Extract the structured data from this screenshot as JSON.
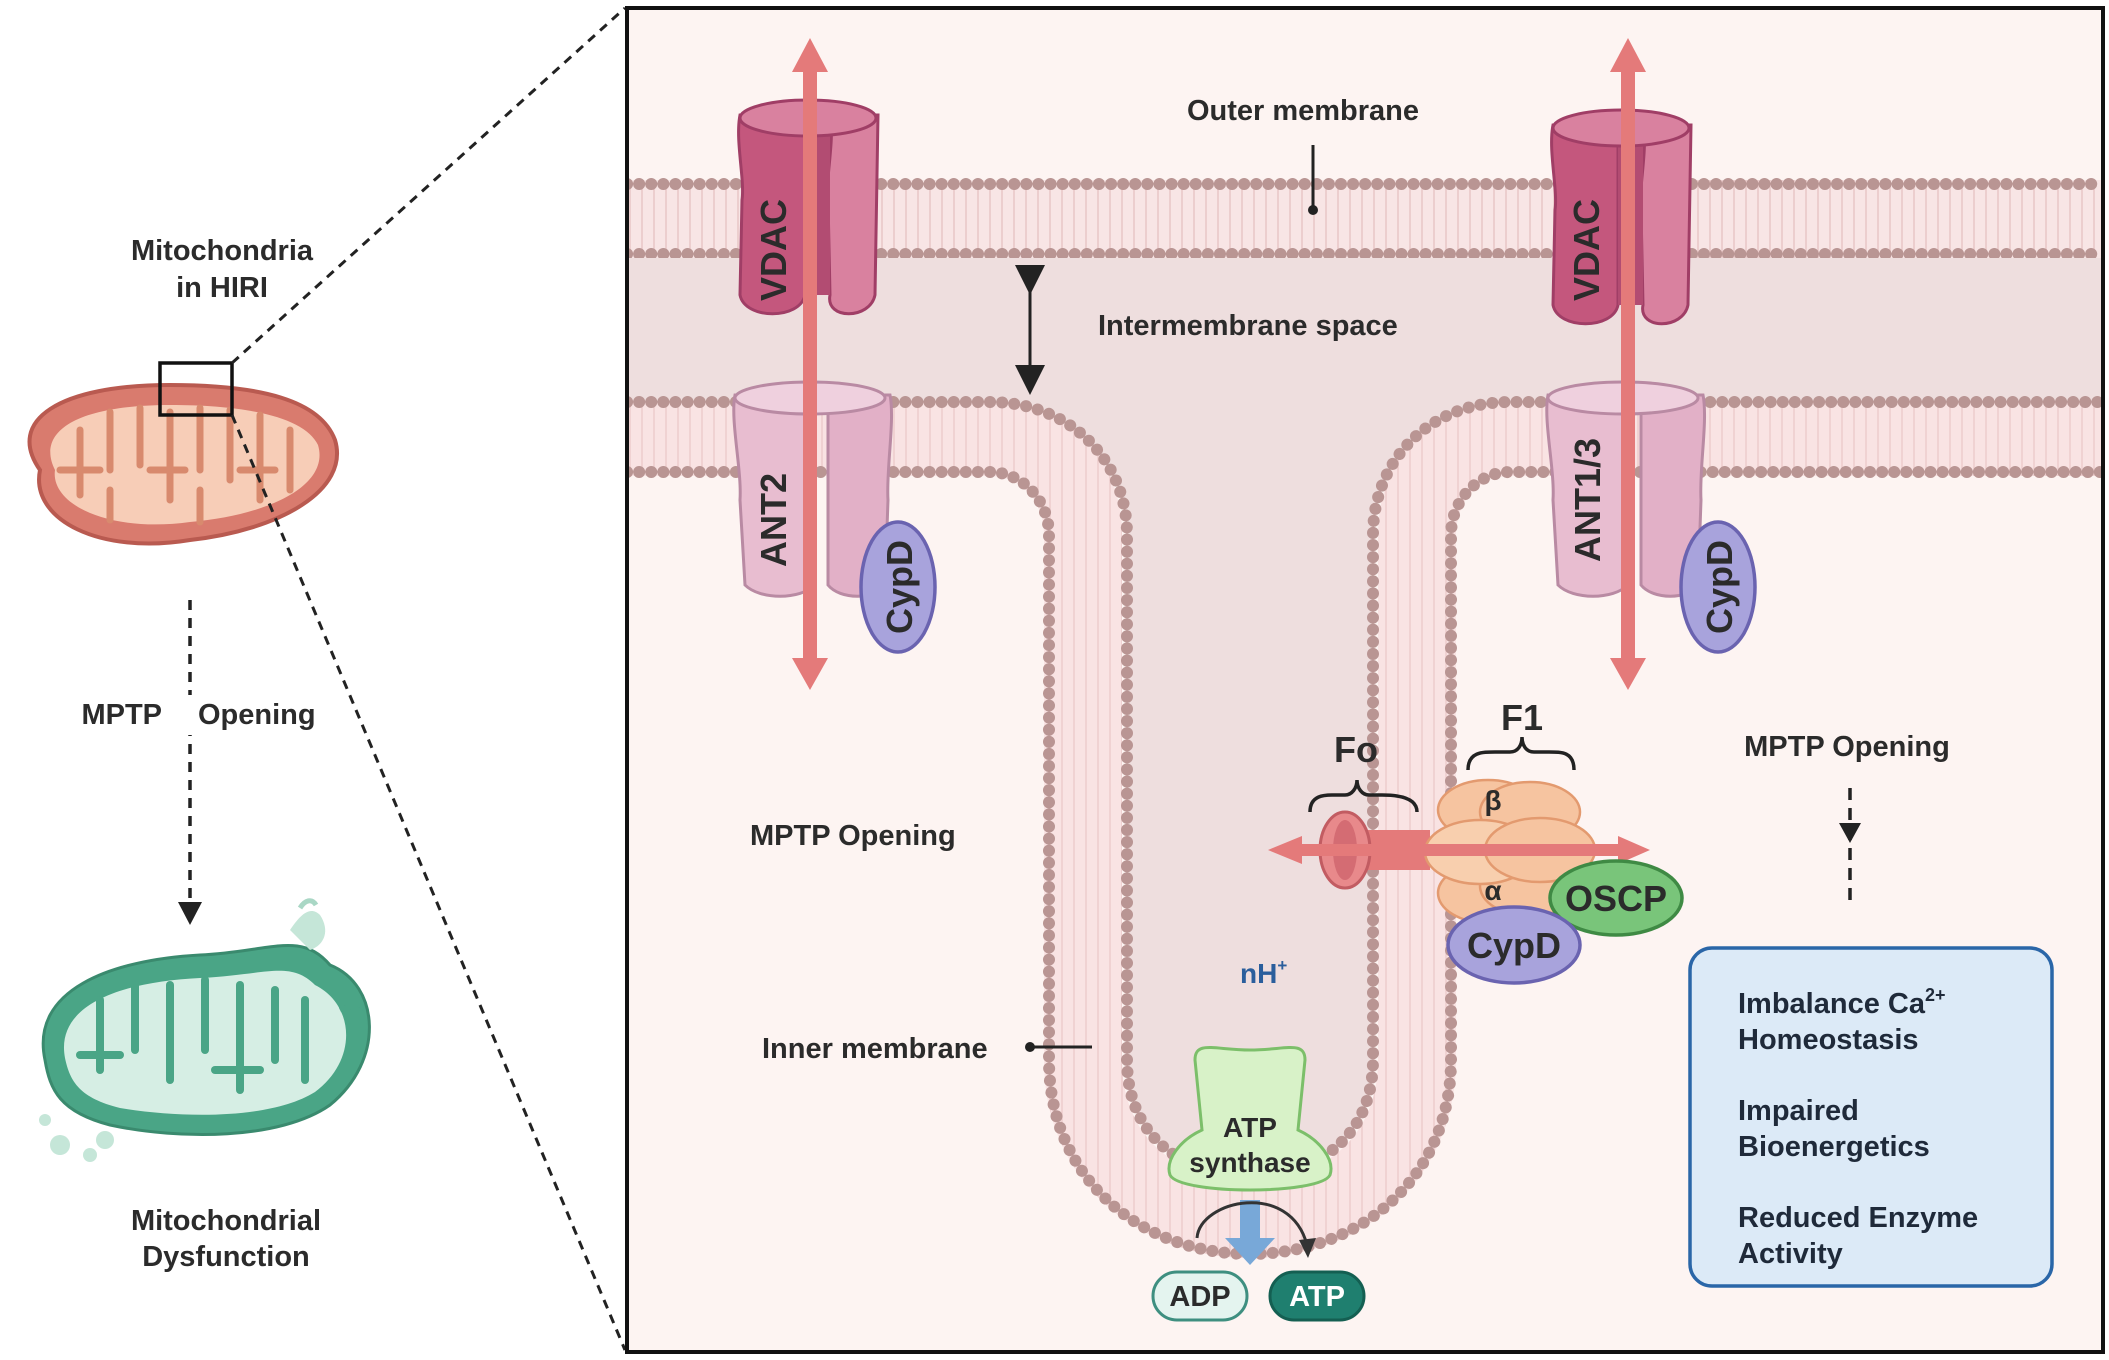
{
  "left_panel": {
    "title_line1": "Mitochondria",
    "title_line2": "in HIRI",
    "opening_left": "MPTP",
    "opening_right": "Opening",
    "result_line1": "Mitochondrial",
    "result_line2": "Dysfunction"
  },
  "labels": {
    "outer_membrane": "Outer membrane",
    "intermembrane_space": "Intermembrane space",
    "inner_membrane": "Inner membrane",
    "mptp_opening_center": "MPTP Opening",
    "mptp_opening_right": "MPTP Opening",
    "nh_plus": "nH",
    "nh_sup": "+",
    "vdac_left": "VDAC",
    "vdac_right": "VDAC",
    "ant2": "ANT2",
    "ant13": "ANT1/3",
    "cypd_left": "CypD",
    "cypd_right": "CypD",
    "cypd_atp": "CypD",
    "oscp": "OSCP",
    "fo": "Fo",
    "f1": "F1",
    "beta": "β",
    "alpha": "α",
    "atp_synthase_line1": "ATP",
    "atp_synthase_line2": "synthase",
    "adp": "ADP",
    "atp": "ATP"
  },
  "effects_box": {
    "item1_line1": "Imbalance Ca",
    "item1_sup": "2+",
    "item1_line2": "Homeostasis",
    "item2_line1": "Impaired",
    "item2_line2": "Bioenergetics",
    "item3_line1": "Reduced Enzyme",
    "item3_line2": "Activity"
  },
  "colors": {
    "membrane_dot": "#b99593",
    "intermembrane": "#eedede",
    "matrix": "#fdf4f2",
    "channel_dark": "#c4577d",
    "channel_mid": "#d9819f",
    "ant_fill": "#e8bdd0",
    "cypd_fill": "#a8a3dc",
    "oscp_fill": "#79c57a",
    "f1_fill": "#f6c4a0",
    "arrow_red": "#e47a7a",
    "atp_synthase_fill": "#d8f2c8",
    "atp_dark": "#1f7f6f",
    "adp_fill": "#e4f4ef",
    "box_fill": "#dceaf7",
    "box_border": "#2a66a8",
    "healthy_mito": "#d97b6e",
    "damaged_mito": "#4aa586"
  }
}
